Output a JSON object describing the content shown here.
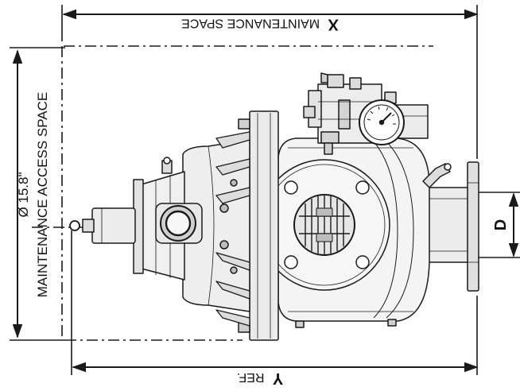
{
  "dimensions": {
    "x": {
      "letter": "X",
      "text": "MAINTENANCE SPACE"
    },
    "y": {
      "letter": "Y",
      "text": "REF."
    },
    "d": {
      "letter": "D"
    },
    "vertical": {
      "diameter": "Ø 15.8\"",
      "text": "MAINTENANCE ACCESS SPACE"
    }
  },
  "colors": {
    "line": "#1a1a1a",
    "fill_light": "#f2f2f2",
    "fill_mid": "#dcdcdc",
    "fill_dark": "#9a9a9a"
  }
}
